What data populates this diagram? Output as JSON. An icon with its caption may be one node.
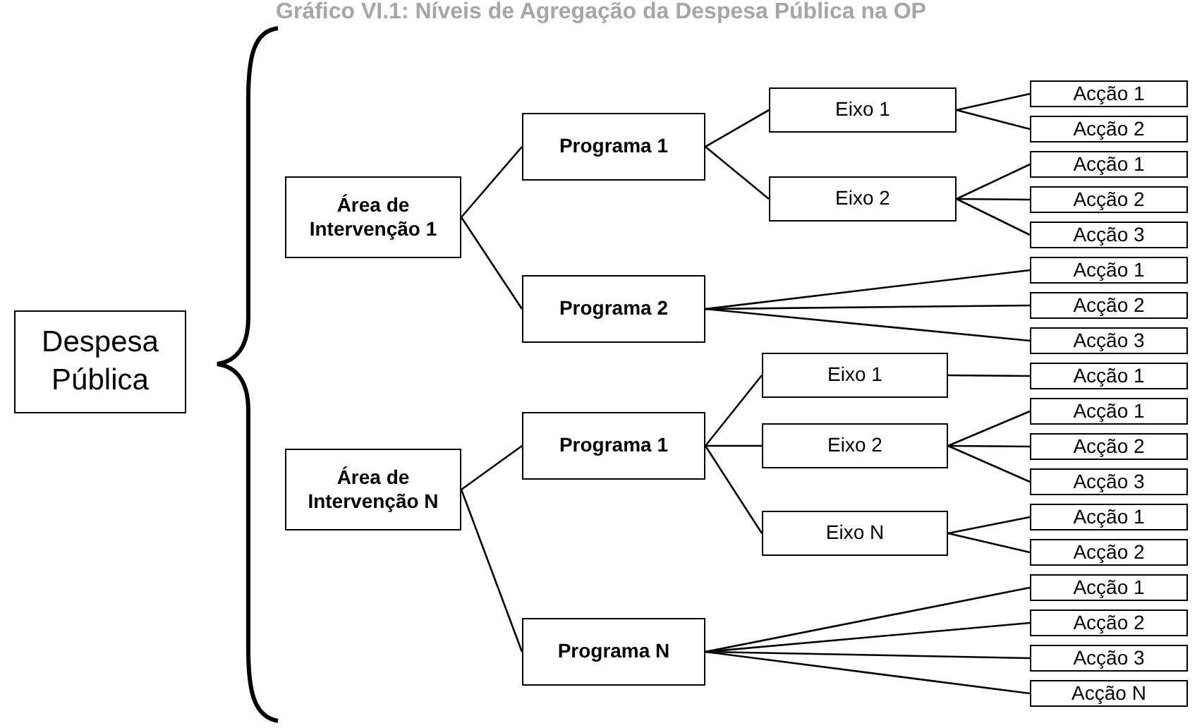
{
  "diagram": {
    "title": "Gráfico VI.1: Níveis de Agregação da Despesa Pública na OP",
    "nodes": [
      {
        "text": [
          "Despesa Pública"
        ]
      },
      {
        "text": [
          "Área de Intervenção 1"
        ]
      },
      {
        "text": [
          "Programa 1"
        ]
      },
      {
        "text": [
          "Eixo 1"
        ]
      },
      {
        "text": [
          "Acção 1"
        ]
      },
      {
        "text": [
          "Acção 2"
        ]
      },
      {
        "text": [
          "Eixo 2"
        ]
      },
      {
        "text": [
          "Acção 1"
        ]
      },
      {
        "text": [
          "Acção 2"
        ]
      },
      {
        "text": [
          "Acção 3"
        ]
      },
      {
        "text": [
          "Programa 2"
        ]
      },
      {
        "text": [
          "Acção 1"
        ]
      },
      {
        "text": [
          "Acção 2"
        ]
      },
      {
        "text": [
          "Acção 3"
        ]
      },
      {
        "text": [
          "Área de Intervenção N"
        ]
      },
      {
        "text": [
          "Programa 1"
        ]
      },
      {
        "text": [
          "Eixo 1"
        ]
      },
      {
        "text": [
          "Acção 1"
        ]
      },
      {
        "text": [
          "Eixo 2"
        ]
      },
      {
        "text": [
          "Acção 1"
        ]
      },
      {
        "text": [
          "Acção 2"
        ]
      },
      {
        "text": [
          "Acção 3"
        ]
      },
      {
        "text": [
          "Eixo N"
        ]
      },
      {
        "text": [
          "Acção 1"
        ]
      },
      {
        "text": [
          "Acção 2"
        ]
      },
      {
        "text": [
          "Programa N"
        ]
      },
      {
        "text": [
          "Acção 1"
        ]
      },
      {
        "text": [
          "Acção 2"
        ]
      },
      {
        "text": [
          "Acção 3"
        ]
      },
      {
        "text": [
          "Acção N"
        ]
      }
    ],
    "edges": [
      {
        "from": 1,
        "to": 2,
        "arrow": "none"
      },
      {
        "from": 2,
        "to": 3,
        "arrow": "none"
      },
      {
        "from": 3,
        "to": 4,
        "arrow": "none"
      },
      {
        "from": 3,
        "to": 5,
        "arrow": "none"
      },
      {
        "from": 2,
        "to": 6,
        "arrow": "none"
      },
      {
        "from": 6,
        "to": 7,
        "arrow": "none"
      },
      {
        "from": 6,
        "to": 8,
        "arrow": "none"
      },
      {
        "from": 6,
        "to": 9,
        "arrow": "none"
      },
      {
        "from": 1,
        "to": 10,
        "arrow": "none"
      },
      {
        "from": 10,
        "to": 11,
        "arrow": "none"
      },
      {
        "from": 10,
        "to": 12,
        "arrow": "none"
      },
      {
        "from": 10,
        "to": 13,
        "arrow": "none"
      },
      {
        "from": 14,
        "to": 15,
        "arrow": "none"
      },
      {
        "from": 15,
        "to": 16,
        "arrow": "none"
      },
      {
        "from": 16,
        "to": 17,
        "arrow": "none"
      },
      {
        "from": 15,
        "to": 18,
        "arrow": "none"
      },
      {
        "from": 18,
        "to": 19,
        "arrow": "none"
      },
      {
        "from": 18,
        "to": 20,
        "arrow": "none"
      },
      {
        "from": 18,
        "to": 21,
        "arrow": "none"
      },
      {
        "from": 15,
        "to": 22,
        "arrow": "none"
      },
      {
        "from": 22,
        "to": 23,
        "arrow": "none"
      },
      {
        "from": 22,
        "to": 24,
        "arrow": "none"
      },
      {
        "from": 14,
        "to": 25,
        "arrow": "none"
      },
      {
        "from": 25,
        "to": 26,
        "arrow": "none"
      },
      {
        "from": 25,
        "to": 27,
        "arrow": "none"
      },
      {
        "from": 25,
        "to": 28,
        "arrow": "none"
      },
      {
        "from": 25,
        "to": 29,
        "arrow": "none"
      }
    ]
  }
}
